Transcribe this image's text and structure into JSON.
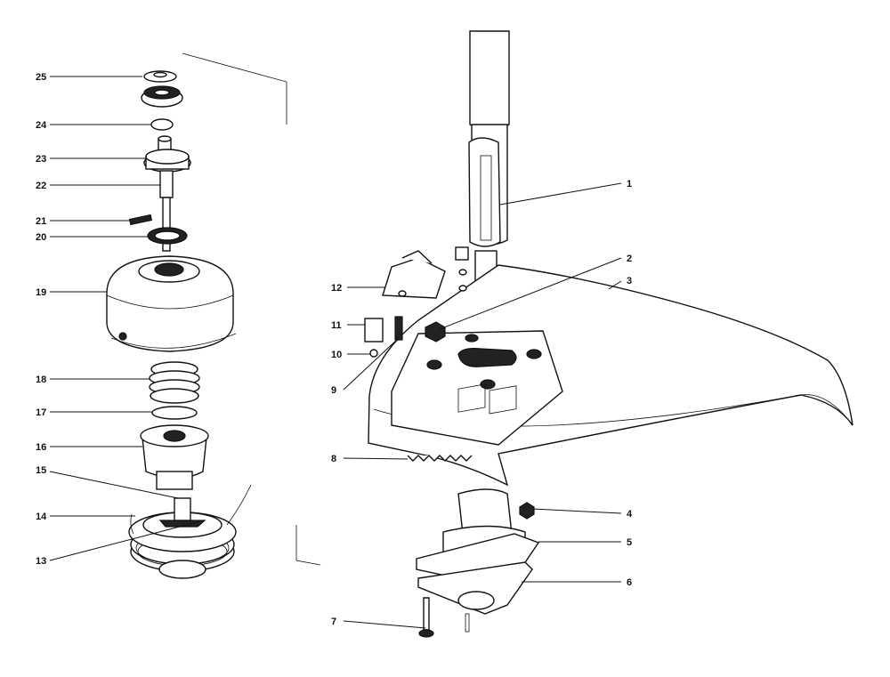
{
  "callouts": [
    {
      "id": "p1",
      "label": "1",
      "name": "shaft-clamp"
    },
    {
      "id": "p2",
      "label": "2",
      "name": "nut"
    },
    {
      "id": "p3",
      "label": "3",
      "name": "guard"
    },
    {
      "id": "p4",
      "label": "4",
      "name": "nut"
    },
    {
      "id": "p5",
      "label": "5",
      "name": "plate"
    },
    {
      "id": "p6",
      "label": "6",
      "name": "bracket"
    },
    {
      "id": "p7",
      "label": "7",
      "name": "screw"
    },
    {
      "id": "p8",
      "label": "8",
      "name": "spring"
    },
    {
      "id": "p9",
      "label": "9",
      "name": "screw"
    },
    {
      "id": "p10",
      "label": "10",
      "name": "screw"
    },
    {
      "id": "p11",
      "label": "11",
      "name": "clip"
    },
    {
      "id": "p12",
      "label": "12",
      "name": "bracket"
    },
    {
      "id": "p13",
      "label": "13",
      "name": "spool"
    },
    {
      "id": "p14",
      "label": "14",
      "name": "line-hub"
    },
    {
      "id": "p15",
      "label": "15",
      "name": "insert"
    },
    {
      "id": "p16",
      "label": "16",
      "name": "hub"
    },
    {
      "id": "p17",
      "label": "17",
      "name": "washer"
    },
    {
      "id": "p18",
      "label": "18",
      "name": "spring"
    },
    {
      "id": "p19",
      "label": "19",
      "name": "cover"
    },
    {
      "id": "p20",
      "label": "20",
      "name": "lock-washer"
    },
    {
      "id": "p21",
      "label": "21",
      "name": "pin"
    },
    {
      "id": "p22",
      "label": "22",
      "name": "shaft"
    },
    {
      "id": "p23",
      "label": "23",
      "name": "bearing-housing"
    },
    {
      "id": "p24",
      "label": "24",
      "name": "retaining-ring"
    },
    {
      "id": "p25",
      "label": "25",
      "name": "bearing"
    }
  ]
}
